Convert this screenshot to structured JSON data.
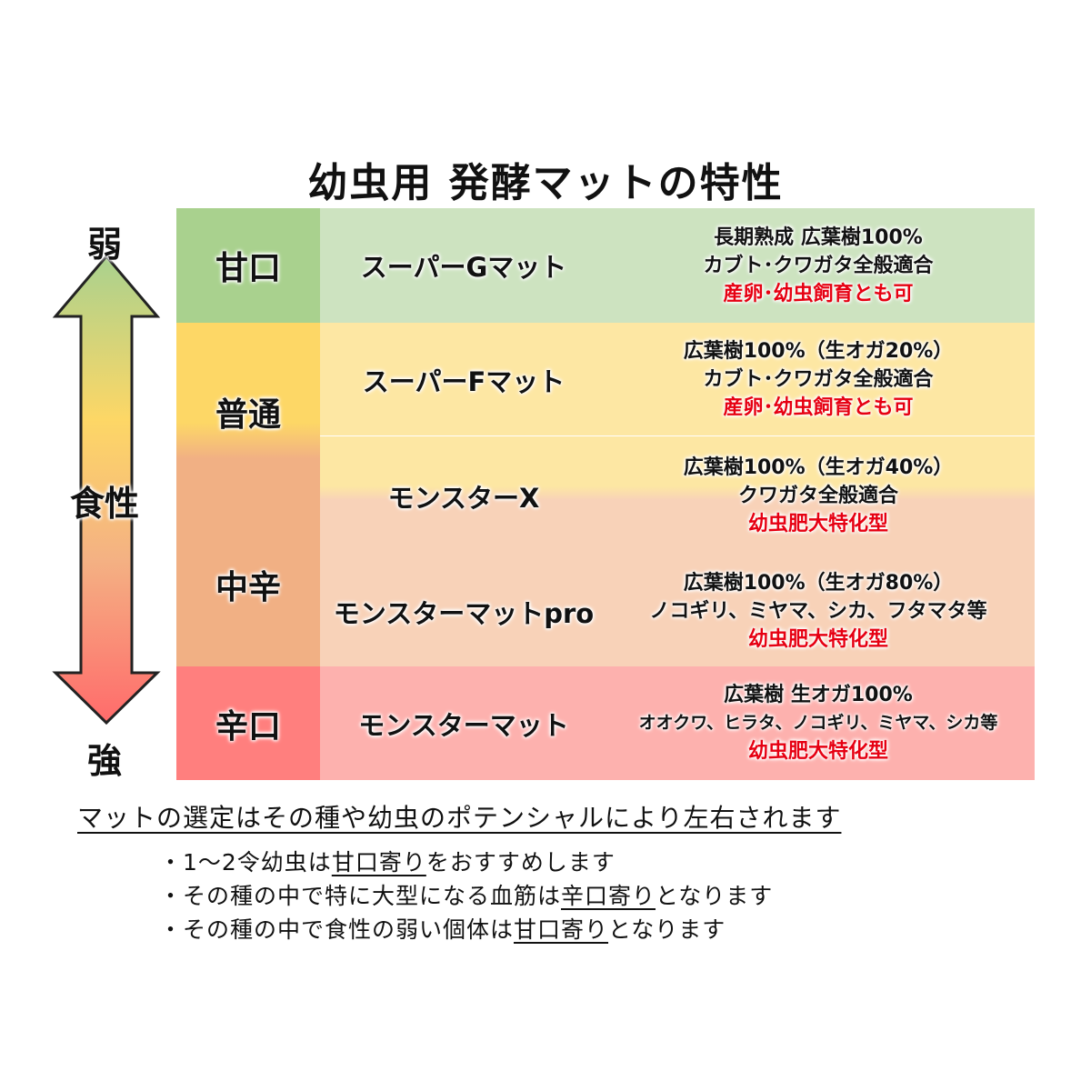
{
  "title": "幼虫用 発酵マットの特性",
  "axis": {
    "top": "弱",
    "middle": "食性",
    "bottom": "強"
  },
  "levels": [
    "甘口",
    "普通",
    "中辛",
    "辛口"
  ],
  "rows": [
    {
      "name": "スーパーGマット",
      "lines": [
        "長期熟成 広葉樹100%",
        "カブト･クワガタ全般適合"
      ],
      "highlight": "産卵･幼虫飼育とも可"
    },
    {
      "name": "スーパーFマット",
      "lines": [
        "広葉樹100%（生オガ20%）",
        "カブト･クワガタ全般適合"
      ],
      "highlight": "産卵･幼虫飼育とも可"
    },
    {
      "name": "モンスターX",
      "lines": [
        "広葉樹100%（生オガ40%）",
        "クワガタ全般適合"
      ],
      "highlight": "幼虫肥大特化型"
    },
    {
      "name": "モンスターマットpro",
      "lines": [
        "広葉樹100%（生オガ80%）",
        "ノコギリ、ミヤマ、シカ、フタマタ等"
      ],
      "highlight": "幼虫肥大特化型"
    },
    {
      "name": "モンスターマット",
      "lines": [
        "広葉樹 生オガ100%",
        "オオクワ、ヒラタ、ノコギリ、ミヤマ、シカ等"
      ],
      "highlight": "幼虫肥大特化型"
    }
  ],
  "note": "マットの選定はその種や幼虫のポテンシャルにより左右されます",
  "bullets": [
    {
      "pre": "・1～2令幼虫は",
      "em": "甘口寄り",
      "post": "をおすすめします"
    },
    {
      "pre": "・その種の中で特に大型になる血筋は",
      "em": "辛口寄り",
      "post": "となります"
    },
    {
      "pre": "・その種の中で食性の弱い個体は",
      "em": "甘口寄り",
      "post": "となります"
    }
  ],
  "colors": {
    "green": "#a9d18e",
    "green_light": "#cde3c0",
    "yellow": "#fdd766",
    "yellow_light": "#fde7a3",
    "peach": "#f1b084",
    "peach_light": "#f8d2b8",
    "red": "#ff7f7e",
    "red_light": "#fdb1ae",
    "highlight": "#e60012"
  }
}
